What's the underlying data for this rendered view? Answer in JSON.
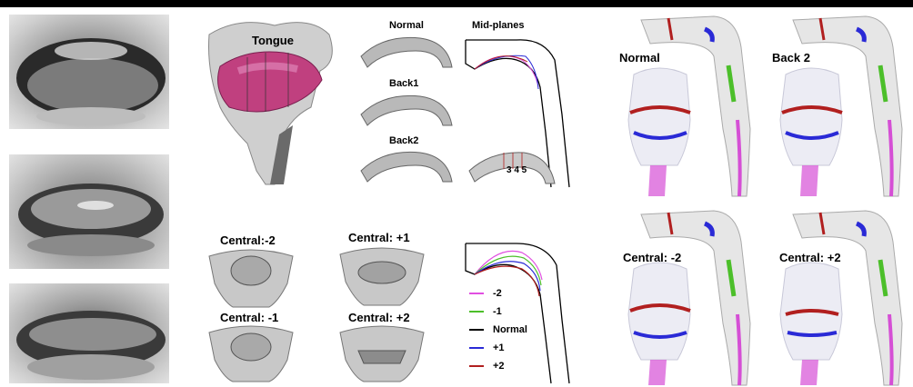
{
  "figure": {
    "tongue_label": "Tongue",
    "labels": {
      "normal": "Normal",
      "back1": "Back1",
      "back2": "Back2",
      "midplanes": "Mid-planes",
      "slice_numbers": "3 4 5"
    },
    "central_panels": {
      "c_m2": "Central:-2",
      "c_p1": "Central: +1",
      "c_m1": "Central: -1",
      "c_p2": "Central: +2"
    },
    "legend": [
      {
        "label": "-2",
        "color": "#e14fe1"
      },
      {
        "label": "-1",
        "color": "#4cbf2a"
      },
      {
        "label": "Normal",
        "color": "#000000"
      },
      {
        "label": "+1",
        "color": "#2a2ad6"
      },
      {
        "label": "+2",
        "color": "#b11f1f"
      }
    ],
    "flow_labels": {
      "normal": "Normal",
      "back2": "Back 2",
      "central_m2": "Central: -2",
      "central_p2": "Central: +2"
    }
  }
}
